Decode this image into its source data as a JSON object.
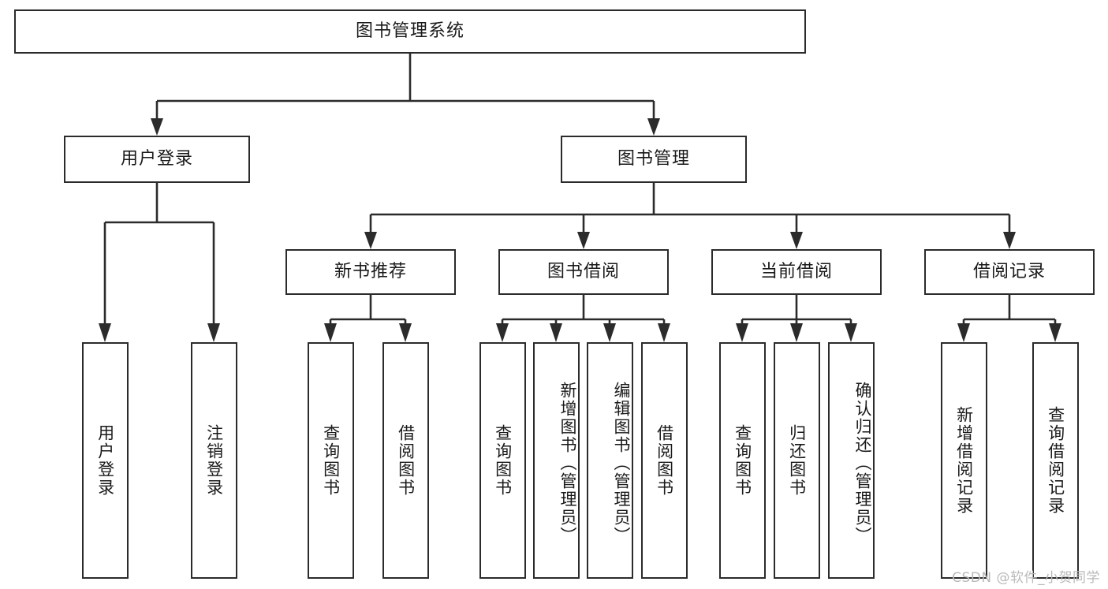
{
  "diagram": {
    "title": "图书管理系统",
    "type": "tree",
    "watermark": "CSDN @软件_小贺同学",
    "colors": {
      "box_border": "#2b2b2b",
      "box_fill": "#ffffff",
      "edge": "#2b2b2b",
      "text": "#1a1a1a",
      "watermark": "#b9b9b9"
    },
    "levels": {
      "root": {
        "label": "图书管理系统"
      },
      "level2": [
        {
          "id": "user-login",
          "label": "用户登录"
        },
        {
          "id": "book-management",
          "label": "图书管理"
        }
      ],
      "level3": [
        {
          "id": "new-book-recommend",
          "label": "新书推荐",
          "parent": "book-management"
        },
        {
          "id": "book-borrow",
          "label": "图书借阅",
          "parent": "book-management"
        },
        {
          "id": "current-borrow",
          "label": "当前借阅",
          "parent": "book-management"
        },
        {
          "id": "borrow-record",
          "label": "借阅记录",
          "parent": "book-management"
        }
      ],
      "leaves": [
        {
          "id": "leaf-user-login",
          "label": "用户登录",
          "parent": "user-login"
        },
        {
          "id": "leaf-logout",
          "label": "注销登录",
          "parent": "user-login"
        },
        {
          "id": "leaf-query-book-1",
          "label": "查询图书",
          "parent": "new-book-recommend"
        },
        {
          "id": "leaf-borrow-book-1",
          "label": "借阅图书",
          "parent": "new-book-recommend"
        },
        {
          "id": "leaf-query-book-2",
          "label": "查询图书",
          "parent": "book-borrow"
        },
        {
          "id": "leaf-add-book",
          "label": "新增图书（管理员）",
          "parent": "book-borrow"
        },
        {
          "id": "leaf-edit-book",
          "label": "编辑图书（管理员）",
          "parent": "book-borrow"
        },
        {
          "id": "leaf-borrow-book-2",
          "label": "借阅图书",
          "parent": "book-borrow"
        },
        {
          "id": "leaf-query-book-3",
          "label": "查询图书",
          "parent": "current-borrow"
        },
        {
          "id": "leaf-return-book",
          "label": "归还图书",
          "parent": "current-borrow"
        },
        {
          "id": "leaf-confirm-return",
          "label": "确认归还（管理员）",
          "parent": "current-borrow"
        },
        {
          "id": "leaf-add-record",
          "label": "新增借阅记录",
          "parent": "borrow-record"
        },
        {
          "id": "leaf-query-record",
          "label": "查询借阅记录",
          "parent": "borrow-record"
        }
      ]
    }
  }
}
